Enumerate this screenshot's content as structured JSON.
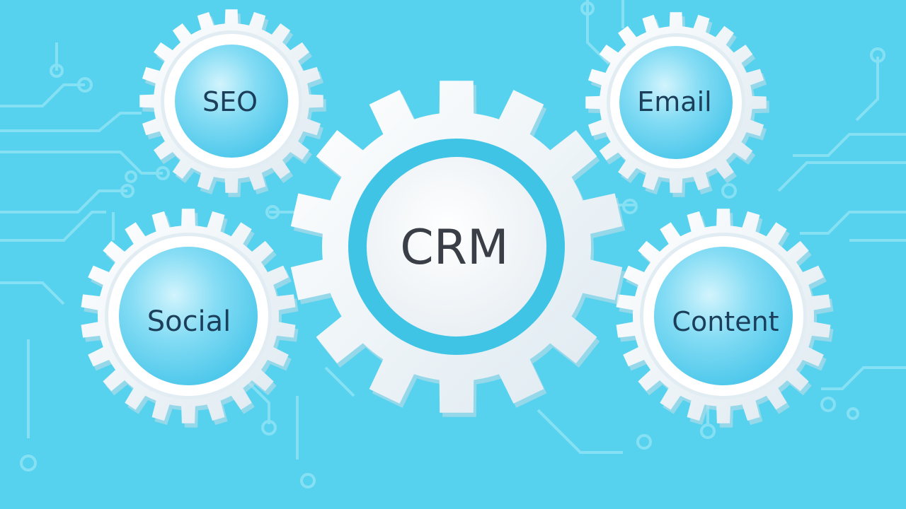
{
  "diagram": {
    "center": {
      "label": "CRM"
    },
    "satellites": [
      {
        "id": "seo",
        "label": "SEO"
      },
      {
        "id": "email",
        "label": "Email"
      },
      {
        "id": "social",
        "label": "Social"
      },
      {
        "id": "content",
        "label": "Content"
      }
    ]
  },
  "colors": {
    "background": "#57d2ee",
    "circuit": "#8ee3f5",
    "gear": "#eef4f8",
    "gear_shadow": "#c8dde8",
    "center_ring": "#3fc4e6",
    "center_face": "#f3f6f9",
    "satellite_face": "#5fd0ef",
    "satellite_face_light": "#c6f1fc",
    "label_text": "#1b3f5a",
    "center_text": "#3a3f47"
  }
}
